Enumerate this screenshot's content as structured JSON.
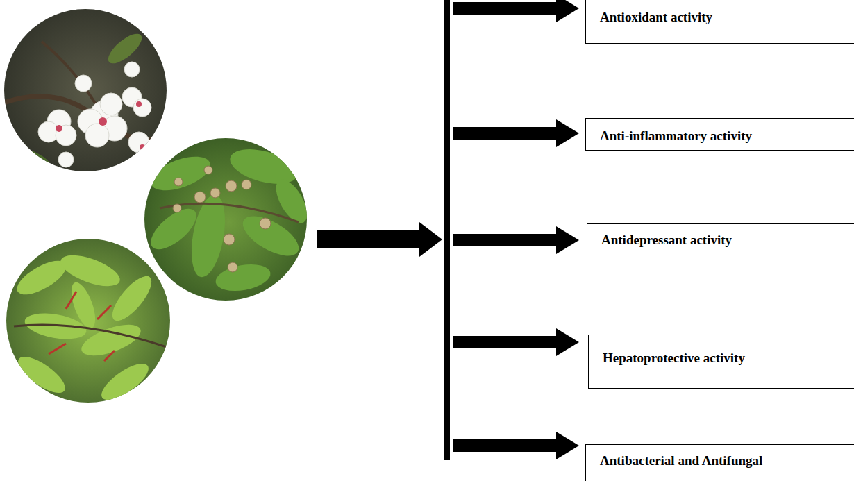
{
  "diagram": {
    "nodes": [
      {
        "text": [
          "Antioxidant activity"
        ]
      },
      {
        "text": [
          "Anti-inflammatory activity"
        ]
      },
      {
        "text": [
          "Antidepressant activity"
        ]
      },
      {
        "text": [
          "Hepatoprotective activity"
        ]
      },
      {
        "text": [
          "Antibacterial and Antifungal"
        ]
      }
    ]
  }
}
